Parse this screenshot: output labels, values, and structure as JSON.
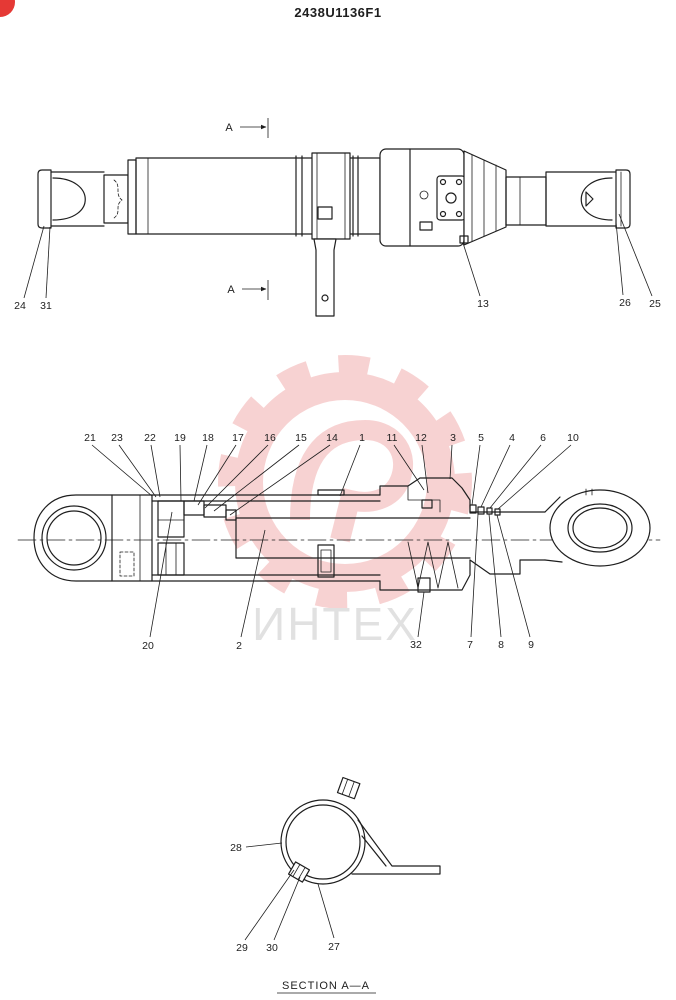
{
  "drawing_number": "2438U1136F1",
  "colors": {
    "ink": "#1e1e1e",
    "watermark_gear": "#f5c4c4",
    "watermark_text": "#d8d8d8",
    "corner_badge": "#e53935"
  },
  "exterior_view": {
    "section_marks": [
      "A",
      "A"
    ],
    "part_labels": [
      "24",
      "31",
      "13",
      "26",
      "25"
    ]
  },
  "sectional_view": {
    "part_labels_top": [
      "21",
      "23",
      "22",
      "19",
      "18",
      "17",
      "16",
      "15",
      "14",
      "1",
      "11",
      "12",
      "3",
      "5",
      "4",
      "6",
      "10"
    ],
    "part_labels_bottom": [
      "20",
      "2",
      "32",
      "7",
      "8",
      "9"
    ]
  },
  "section_a_a": {
    "part_labels": [
      "28",
      "29",
      "30",
      "27"
    ],
    "caption": "SECTION A—A"
  },
  "watermark": {
    "text": "ИНТЕХ"
  }
}
